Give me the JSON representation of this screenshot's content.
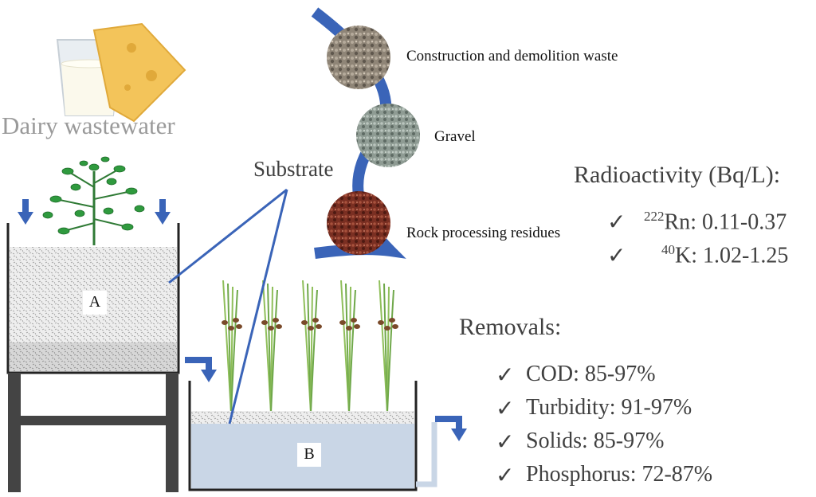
{
  "source": {
    "label": "Dairy wastewater",
    "icons": [
      "milk-glass-icon",
      "cheese-icon"
    ]
  },
  "substrate": {
    "label": "Substrate",
    "materials": [
      {
        "name": "Construction and demolition waste",
        "icon": "rubble-icon",
        "color": "#8f8577"
      },
      {
        "name": "Gravel",
        "icon": "gravel-icon",
        "color": "#8e9b93"
      },
      {
        "name": "Rock processing residues",
        "icon": "red-rock-icon",
        "color": "#7a2f22"
      }
    ]
  },
  "wetlands": {
    "a": {
      "label": "A"
    },
    "b": {
      "label": "B"
    }
  },
  "radioactivity": {
    "title": "Radioactivity (Bq/L):",
    "items": [
      {
        "isotope_mass": "222",
        "isotope": "Rn",
        "range": ": 0.11-0.37"
      },
      {
        "isotope_mass": "40",
        "isotope": "K",
        "range": ": 1.02-1.25"
      }
    ]
  },
  "removals": {
    "title": "Removals:",
    "items": [
      {
        "label": "COD: 85-97%"
      },
      {
        "label": "Turbidity: 91-97%"
      },
      {
        "label": "Solids: 85-97%"
      },
      {
        "label": "Phosphorus: 72-87%"
      }
    ]
  },
  "check_mark": "✓",
  "colors": {
    "flow_arrow": "#3a64b8",
    "plant_leaf": "#2f9a3e",
    "reed": "#8fbf5a",
    "water": "#c9d6e6",
    "text": "#404040"
  }
}
